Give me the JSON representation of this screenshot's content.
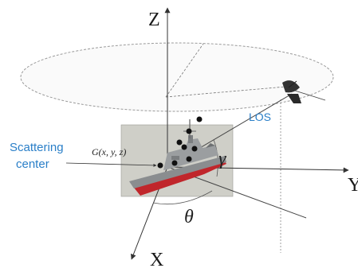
{
  "axes": {
    "z_label": "Z",
    "y_label": "Y",
    "x_label": "X"
  },
  "annotations": {
    "los_label": "LOS",
    "scatter_line1": "Scattering",
    "scatter_line2": "center",
    "point_label": "G(x, y, z)",
    "elevation_symbol": "γ",
    "azimuth_symbol": "θ"
  },
  "colors": {
    "annotation_blue": "#2a7fc8",
    "hull_red": "#c0262b",
    "ship_gray": "#8a8d8f",
    "box_fill": "#cfcfc8"
  },
  "icons": {
    "radar": "radar-dish-icon",
    "ship": "warship-icon"
  }
}
